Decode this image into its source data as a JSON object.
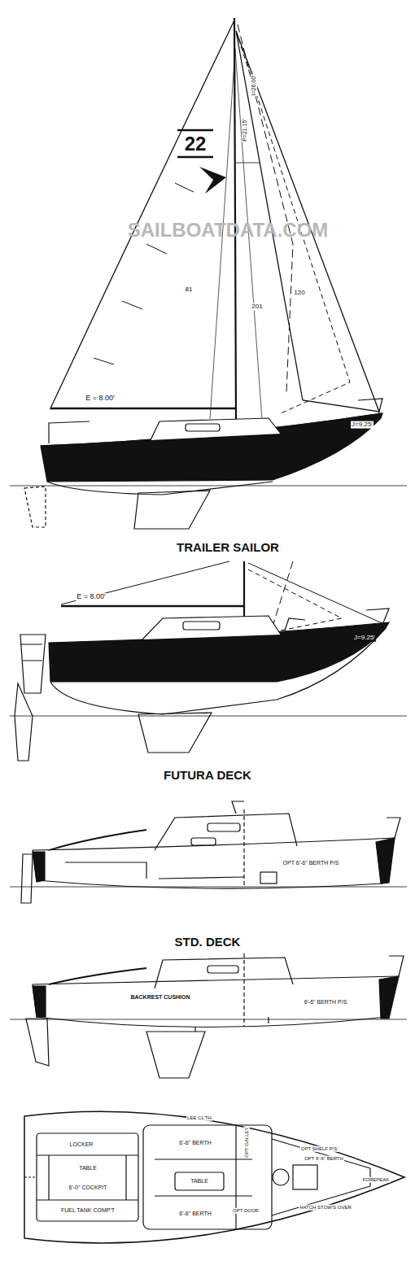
{
  "diagram": {
    "labels": [
      "22",
      "SAILBOATDATA.COM",
      "P=21.15'",
      "I=26.00'",
      "81",
      "201",
      "120",
      "E = 8.00'",
      "J=9.25'",
      "TRAILER SAILOR",
      "E = 8.00'",
      "J=9.25'",
      "FUTURA DECK",
      "OPT 6'-6\" BERTH P/S",
      "STD. DECK",
      "BACKREST CUSHION",
      "6'-6\" BERTH P/S",
      "LOCKER",
      "TABLE",
      "6'-0\" COCKPIT",
      "FUEL TANK COMP'T",
      "LEE CL'TH",
      "6'-6\" BERTH",
      "TABLE",
      "6'-6\" BERTH",
      "OPT GALLEY",
      "OPT DOOR",
      "OPT SHELF P/S",
      "OPT 6'-6\" BERTH",
      "HATCH STOW'S OVER",
      "FOREPEAK"
    ]
  }
}
